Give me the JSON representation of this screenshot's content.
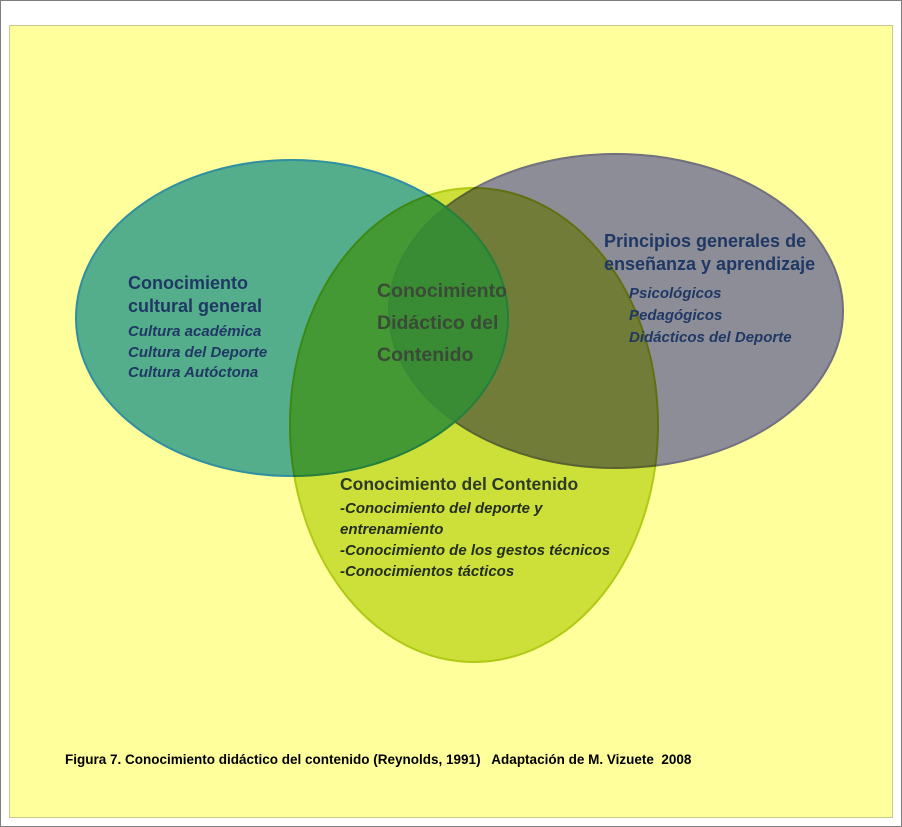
{
  "figure": {
    "background_color": "#FFFF9C",
    "caption": "Figura 7. Conocimiento didáctico del contenido (Reynolds, 1991)   Adaptación de M. Vizuete  2008"
  },
  "venn": {
    "left": {
      "title": "Conocimiento cultural general",
      "items": [
        "Cultura académica",
        "Cultura del Deporte",
        "Cultura Autóctona"
      ],
      "fill": "#3EA389",
      "stroke": "#2F8FA3"
    },
    "right": {
      "title": "Principios generales de enseñanza y aprendizaje",
      "items": [
        "Psicológicos",
        "Pedagógicos",
        "Didácticos del Deporte"
      ],
      "fill": "#8D8D98",
      "stroke": "#70707E"
    },
    "bottom": {
      "title": "Conocimiento del Contenido",
      "items": [
        "-Conocimiento del deporte y entrenamiento",
        "-Conocimiento de los gestos técnicos",
        "-Conocimientos tácticos"
      ],
      "fill": "#BFD732",
      "stroke": "#AFC920"
    },
    "center": {
      "title": "Conocimiento Didáctico del Contenido"
    }
  },
  "colors": {
    "title_navy": "#1F3864",
    "center_text": "#3A4A36",
    "bottom_text": "#242E1E",
    "caption_black": "#000000"
  }
}
